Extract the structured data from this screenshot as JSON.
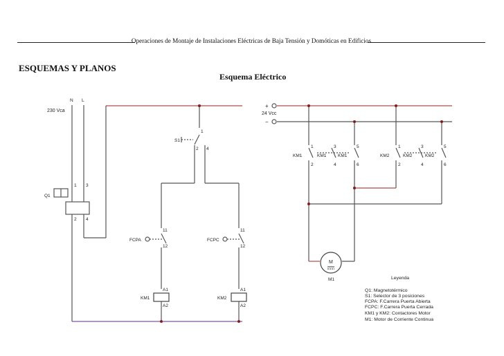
{
  "header": {
    "text": "Operaciones de Montaje de Instalaciones Eléctricas de Baja Tensión y Domóticas en Edificios"
  },
  "section_title": "ESQUEMAS Y PLANOS",
  "diagram_title": "Esquema Eléctrico",
  "left_circuit": {
    "terminal_n": "N",
    "terminal_l": "L",
    "supply": "230 Vca",
    "breaker": "Q1",
    "breaker_pins": [
      "1",
      "3",
      "2",
      "4"
    ],
    "selector": "S1",
    "selector_pins": [
      "1",
      "2",
      "4"
    ],
    "limit_switch_open": "FCPA",
    "limit_switch_closed": "FCPC",
    "limit_switch_pins": [
      "11",
      "12"
    ],
    "coil_1": "KM1",
    "coil_2": "KM2",
    "coil_pins": [
      "A1",
      "A2"
    ]
  },
  "right_circuit": {
    "plus": "+",
    "minus": "−",
    "supply": "24 Vcc",
    "contactor_labels": [
      "KM1",
      "KM1",
      "KM1",
      "KM2",
      "KM2",
      "KM2"
    ],
    "contact_pins_top": [
      "1",
      "3",
      "5"
    ],
    "contact_pins_bottom": [
      "2",
      "4",
      "6"
    ],
    "motor_symbol": "M",
    "motor_label": "M1"
  },
  "legend": {
    "title": "Leyenda",
    "items": [
      "Q1: Magnetotérmico",
      "S1: Selector de 3 posiciones",
      "FCPA: F.Carrera Puerta Abierta",
      "FCPC: F.Carrera Puerta Cerrada",
      "KM1 y KM2: Contactores Motor",
      "M1: Motor de Corriente Continua"
    ]
  }
}
